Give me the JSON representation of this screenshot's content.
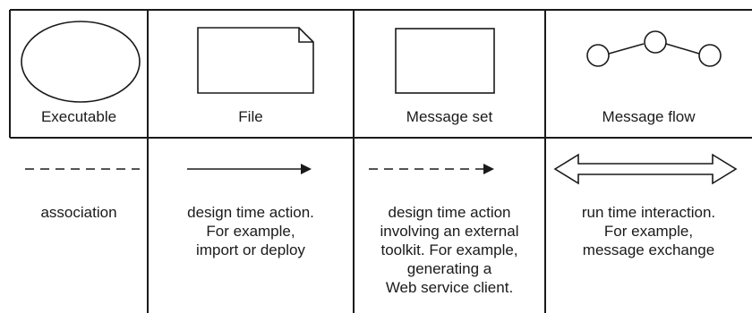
{
  "symbols": [
    {
      "name": "executable",
      "label": "Executable",
      "shape": "ellipse"
    },
    {
      "name": "file",
      "label": "File",
      "shape": "folded-page"
    },
    {
      "name": "message-set",
      "label": "Message set",
      "shape": "rectangle"
    },
    {
      "name": "message-flow",
      "label": "Message flow",
      "shape": "connected-nodes"
    }
  ],
  "connectors": [
    {
      "name": "association",
      "style": "dashed-line",
      "description": "association"
    },
    {
      "name": "design-time-action",
      "style": "solid-arrow",
      "description": "design time action.\nFor example,\nimport or deploy"
    },
    {
      "name": "design-time-action-external",
      "style": "dashed-arrow",
      "description": "design time action\ninvolving an external\ntoolkit. For example,\ngenerating a\nWeb service client."
    },
    {
      "name": "run-time-interaction",
      "style": "double-headed-hollow-arrow",
      "description": "run time interaction.\nFor example,\nmessage exchange"
    }
  ]
}
